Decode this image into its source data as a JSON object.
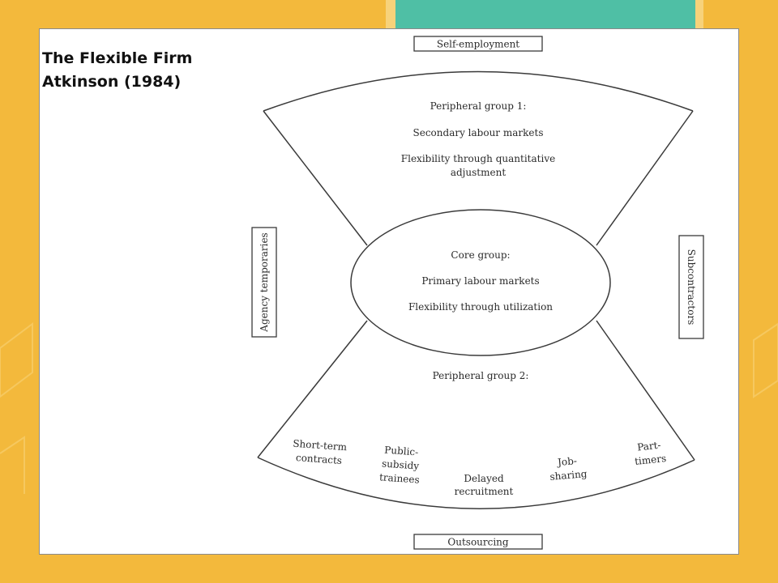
{
  "slide": {
    "title_line1": "The Flexible Firm",
    "title_line2": "Atkinson (1984)"
  },
  "diagram": {
    "top_box": "Self-employment",
    "bottom_box": "Outsourcing",
    "left_box": "Agency temporaries",
    "right_box": "Subcontractors",
    "peripheral1": {
      "heading": "Peripheral group 1:",
      "line2": "Secondary labour markets",
      "line3": "Flexibility through quantitative",
      "line4": "adjustment"
    },
    "core": {
      "heading": "Core group:",
      "line2": "Primary labour markets",
      "line3": "Flexibility through utilization"
    },
    "peripheral2": {
      "heading": "Peripheral group 2:",
      "short_term_1": "Short-term",
      "short_term_2": "contracts",
      "public_1": "Public-",
      "public_2": "subsidy",
      "public_3": "trainees",
      "delayed_1": "Delayed",
      "delayed_2": "recruitment",
      "job_1": "Job-",
      "job_2": "sharing",
      "part_1": "Part-",
      "part_2": "timers"
    }
  },
  "colors": {
    "background": "#f3b93c",
    "teal_accent": "#4fbfa5",
    "panel": "#ffffff",
    "line": "#3a3a3a"
  }
}
